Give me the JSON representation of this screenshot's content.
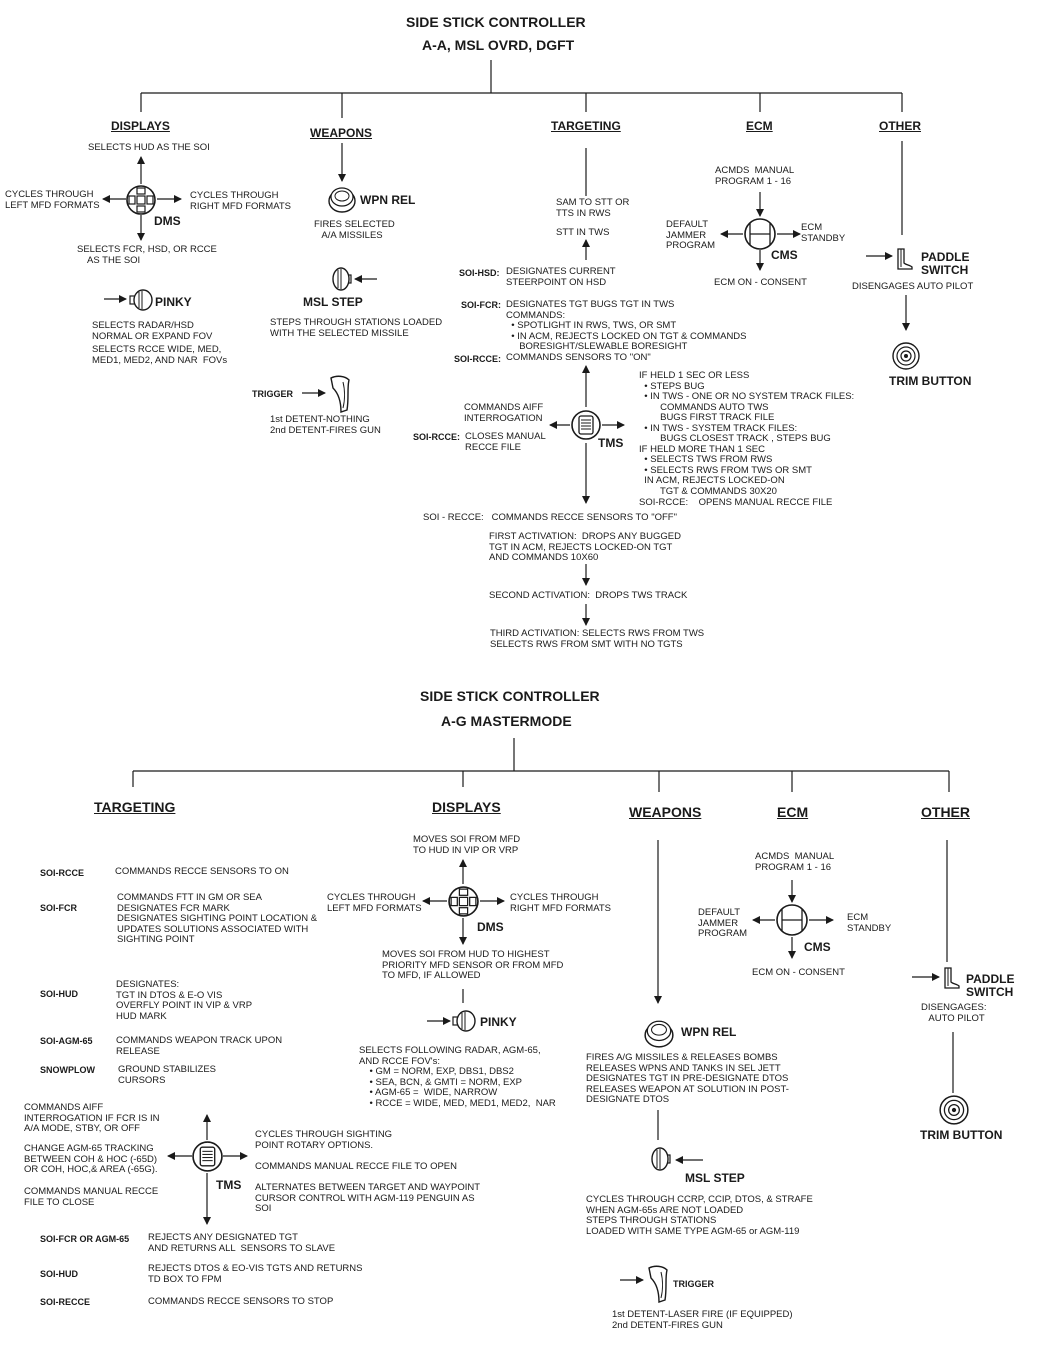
{
  "aa": {
    "title1": "SIDE STICK CONTROLLER",
    "title2": "A-A, MSL OVRD, DGFT",
    "headers": {
      "displays": "DISPLAYS",
      "weapons": "WEAPONS",
      "targeting": "TARGETING",
      "ecm": "ECM",
      "other": "OTHER"
    },
    "displays": {
      "up": "SELECTS HUD AS THE SOI",
      "left": "CYCLES THROUGH\nLEFT MFD FORMATS",
      "right": "CYCLES THROUGH\nRIGHT MFD FORMATS",
      "dms": "DMS",
      "down": "SELECTS FCR, HSD, OR RCCE\n    AS THE SOI",
      "pinky": "PINKY",
      "pinky_desc1": "SELECTS RADAR/HSD\nNORMAL OR EXPAND FOV",
      "pinky_desc2": "SELECTS RCCE WIDE, MED,\nMED1, MED2, AND NAR  FOVs"
    },
    "weapons": {
      "wpn_rel": "WPN REL",
      "wpn_rel_desc": "FIRES SELECTED\n   A/A MISSILES",
      "msl_step": "MSL STEP",
      "msl_step_desc": "STEPS THROUGH STATIONS LOADED\nWITH THE SELECTED MISSILE",
      "trigger": "TRIGGER",
      "trigger_desc": "1st DETENT-NOTHING\n2nd DETENT-FIRES GUN"
    },
    "targeting": {
      "sam": "SAM TO STT OR\nTTS IN RWS",
      "stt": "STT IN TWS",
      "soi_hsd": "SOI-HSD:",
      "soi_hsd_desc": "DESIGNATES CURRENT\nSTEERPOINT ON HSD",
      "soi_fcr": "SOI-FCR:",
      "soi_fcr_desc": "DESIGNATES TGT BUGS TGT IN TWS\nCOMMANDS:\n  • SPOTLIGHT IN RWS, TWS, OR SMT\n  • IN ACM, REJECTS LOCKED ON TGT & COMMANDS\n     BORESIGHT/SLEWABLE BORESIGHT",
      "soi_rcce1": "SOI-RCCE:",
      "soi_rcce1_desc": "COMMANDS SENSORS TO \"ON\"",
      "aiff": "COMMANDS AIFF\nINTERROGATION",
      "soi_rcce2": "SOI-RCCE:",
      "soi_rcce2_desc": "CLOSES MANUAL\nRECCE FILE",
      "tms": "TMS",
      "right_block": "IF HELD 1 SEC OR LESS\n  • STEPS BUG\n  • IN TWS - ONE OR NO SYSTEM TRACK FILES:\n        COMMANDS AUTO TWS\n        BUGS FIRST TRACK FILE\n  • IN TWS - SYSTEM TRACK FILES:\n        BUGS CLOSEST TRACK , STEPS BUG\nIF HELD MORE THAN 1 SEC\n  • SELECTS TWS FROM RWS\n  • SELECTS RWS FROM TWS OR SMT\n  IN ACM, REJECTS LOCKED-ON\n        TGT & COMMANDS 30X20",
      "right_rcce": "SOI-RCCE:    OPENS MANUAL RECCE FILE",
      "soi_recce_down": "SOI - RECCE:   COMMANDS RECCE SENSORS TO \"OFF\"",
      "first": "FIRST ACTIVATION:  DROPS ANY BUGGED\nTGT IN ACM, REJECTS LOCKED-ON TGT\nAND COMMANDS 10X60",
      "second": "SECOND ACTIVATION:  DROPS TWS TRACK",
      "third": "THIRD ACTIVATION: SELECTS RWS FROM TWS\nSELECTS RWS FROM SMT WITH NO TGTS"
    },
    "ecm": {
      "acmds": "ACMDS  MANUAL\nPROGRAM 1 - 16",
      "default": "DEFAULT\nJAMMER\nPROGRAM",
      "standby": "ECM\nSTANDBY",
      "cms": "CMS",
      "consent": "ECM ON - CONSENT"
    },
    "other": {
      "paddle": "PADDLE\nSWITCH",
      "paddle_desc": "DISENGAGES AUTO PILOT",
      "trim": "TRIM BUTTON"
    }
  },
  "ag": {
    "title1": "SIDE STICK CONTROLLER",
    "title2": "A-G MASTERMODE",
    "headers": {
      "targeting": "TARGETING",
      "displays": "DISPLAYS",
      "weapons": "WEAPONS",
      "ecm": "ECM",
      "other": "OTHER"
    },
    "targeting": {
      "rows": [
        {
          "label": "SOI-RCCE",
          "desc": "COMMANDS RECCE SENSORS TO ON"
        },
        {
          "label": "SOI-FCR",
          "desc": "COMMANDS FTT IN GM OR SEA\nDESIGNATES FCR MARK\nDESIGNATES SIGHTING POINT LOCATION &\nUPDATES SOLUTIONS ASSOCIATED WITH\nSIGHTING POINT"
        },
        {
          "label": "SOI-HUD",
          "desc": "DESIGNATES:\nTGT IN DTOS & E-O VIS\nOVERFLY POINT IN VIP & VRP\nHUD MARK"
        },
        {
          "label": "SOI-AGM-65",
          "desc": "COMMANDS WEAPON TRACK UPON\nRELEASE"
        },
        {
          "label": "SNOWPLOW",
          "desc": "GROUND STABILIZES\nCURSORS"
        }
      ],
      "tms_up_left": "COMMANDS AIFF\nINTERROGATION IF FCR IS IN\nA/A MODE, STBY, OR OFF",
      "tms_left": "CHANGE AGM-65 TRACKING\nBETWEEN COH & HOC (-65D)\nOR COH, HOC,& AREA (-65G).",
      "tms_left2": "COMMANDS MANUAL RECCE\nFILE TO CLOSE",
      "tms_right1": "CYCLES THROUGH SIGHTING\nPOINT ROTARY OPTIONS.",
      "tms_right2": "COMMANDS MANUAL RECCE FILE TO OPEN",
      "tms_right3": "ALTERNATES BETWEEN TARGET AND WAYPOINT\nCURSOR CONTROL WITH AGM-119 PENGUIN AS\nSOI",
      "tms": "TMS",
      "bottom_rows": [
        {
          "label": "SOI-FCR OR AGM-65",
          "desc": "REJECTS ANY DESIGNATED TGT\nAND RETURNS ALL  SENSORS TO SLAVE"
        },
        {
          "label": "SOI-HUD",
          "desc": "REJECTS DTOS & EO-VIS TGTS AND RETURNS\nTD BOX TO FPM"
        },
        {
          "label": "SOI-RECCE",
          "desc": "COMMANDS RECCE SENSORS TO STOP"
        }
      ]
    },
    "displays": {
      "up": "MOVES SOI FROM MFD\nTO HUD IN VIP OR VRP",
      "left": "CYCLES THROUGH\nLEFT MFD FORMATS",
      "right": "CYCLES THROUGH\nRIGHT MFD FORMATS",
      "dms": "DMS",
      "down": "MOVES SOI FROM HUD TO HIGHEST\nPRIORITY MFD SENSOR OR FROM MFD\nTO MFD, IF ALLOWED",
      "pinky": "PINKY",
      "pinky_desc": "SELECTS FOLLOWING RADAR, AGM-65,\nAND RCCE FOV's:\n    • GM = NORM, EXP, DBS1, DBS2\n    • SEA, BCN, & GMTI = NORM, EXP\n    • AGM-65 =  WIDE, NARROW\n    • RCCE = WIDE, MED, MED1, MED2,  NAR"
    },
    "weapons": {
      "wpn_rel": "WPN REL",
      "wpn_rel_desc": "FIRES A/G MISSILES & RELEASES BOMBS\nRELEASES WPNS AND TANKS IN SEL JETT\nDESIGNATES TGT IN PRE-DESIGNATE DTOS\nRELEASES WEAPON AT SOLUTION IN POST-\nDESIGNATE DTOS",
      "msl_step": "MSL STEP",
      "msl_step_desc": "CYCLES THROUGH CCRP, CCIP, DTOS, & STRAFE\nWHEN AGM-65s ARE NOT LOADED\nSTEPS THROUGH STATIONS\nLOADED WITH SAME TYPE AGM-65 or AGM-119",
      "trigger": "TRIGGER",
      "trigger_desc": "1st DETENT-LASER FIRE (IF EQUIPPED)\n2nd DETENT-FIRES GUN"
    },
    "ecm": {
      "acmds": "ACMDS  MANUAL\nPROGRAM 1 - 16",
      "default": "DEFAULT\nJAMMER\nPROGRAM",
      "standby": "ECM\nSTANDBY",
      "cms": "CMS",
      "consent": "ECM ON - CONSENT"
    },
    "other": {
      "paddle": "PADDLE\nSWITCH",
      "paddle_desc": "DISENGAGES:\n   AUTO PILOT",
      "trim": "TRIM BUTTON"
    }
  }
}
